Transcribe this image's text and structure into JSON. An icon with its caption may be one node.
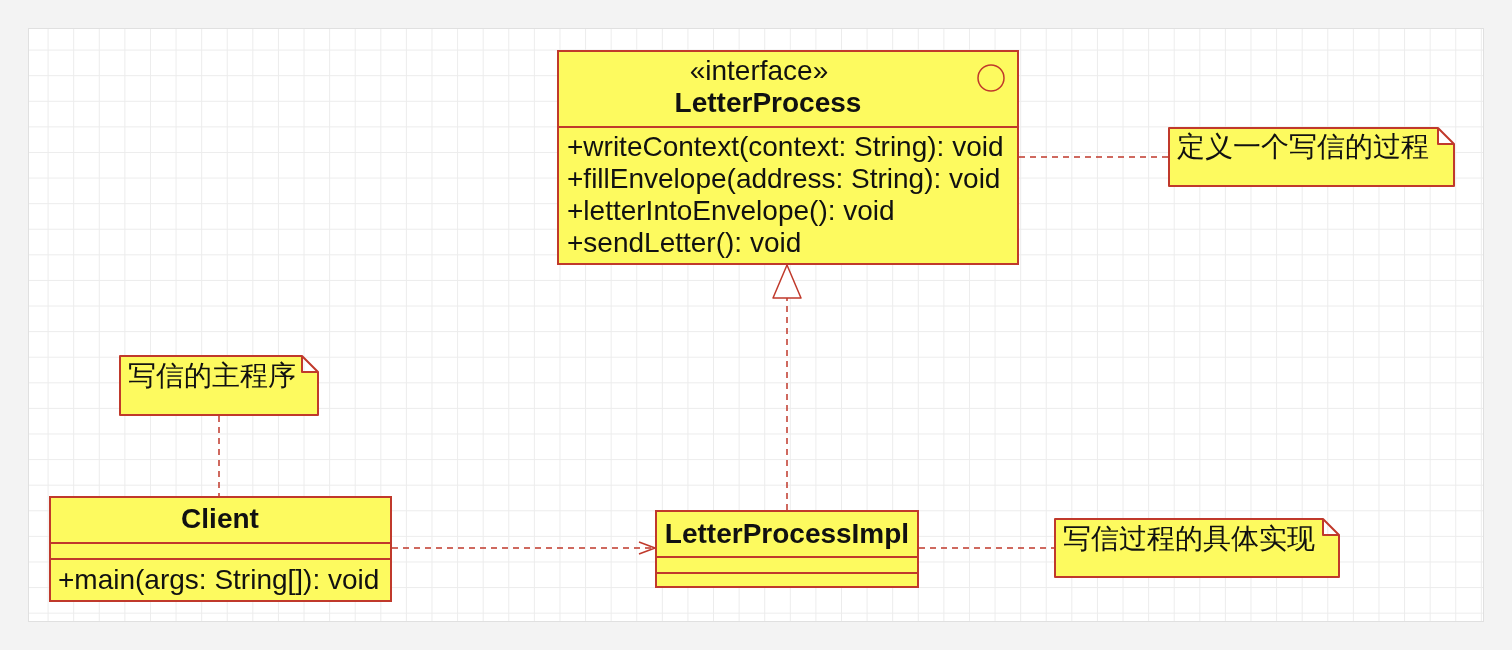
{
  "diagram": {
    "nodes": [
      {
        "text": [
          "«interface»",
          "LetterProcess",
          "+writeContext(context: String): void",
          "+fillEnvelope(address: String): void",
          "+letterIntoEnvelope(): void",
          "+sendLetter(): void"
        ]
      },
      {
        "text": [
          "定义一个写信的过程"
        ]
      },
      {
        "text": [
          "写信的主程序"
        ]
      },
      {
        "text": [
          "Client",
          "+main(args: String[]): void"
        ]
      },
      {
        "text": [
          "LetterProcessImpl"
        ]
      },
      {
        "text": [
          "写信过程的具体实现"
        ]
      }
    ],
    "edges": [
      {
        "from": 0,
        "to": 1,
        "arrow": "none",
        "style": "dashed"
      },
      {
        "from": 2,
        "to": 3,
        "arrow": "none",
        "style": "dashed"
      },
      {
        "from": 3,
        "to": 4,
        "arrow": "to",
        "style": "dashed"
      },
      {
        "from": 4,
        "to": 0,
        "arrow": "to",
        "style": "dashed"
      },
      {
        "from": 4,
        "to": 5,
        "arrow": "none",
        "style": "dashed"
      }
    ]
  }
}
